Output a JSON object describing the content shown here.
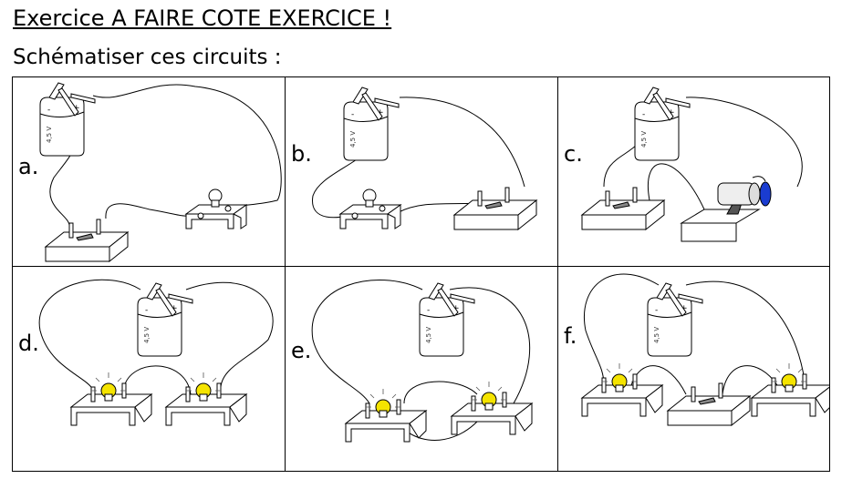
{
  "title": "Exercice A FAIRE COTE EXERCICE !",
  "subtitle": "Schématiser ces circuits :",
  "battery_label": "4,5 V",
  "circuits": [
    {
      "label": "a."
    },
    {
      "label": "b."
    },
    {
      "label": "c."
    },
    {
      "label": "d."
    },
    {
      "label": "e."
    },
    {
      "label": "f."
    }
  ]
}
